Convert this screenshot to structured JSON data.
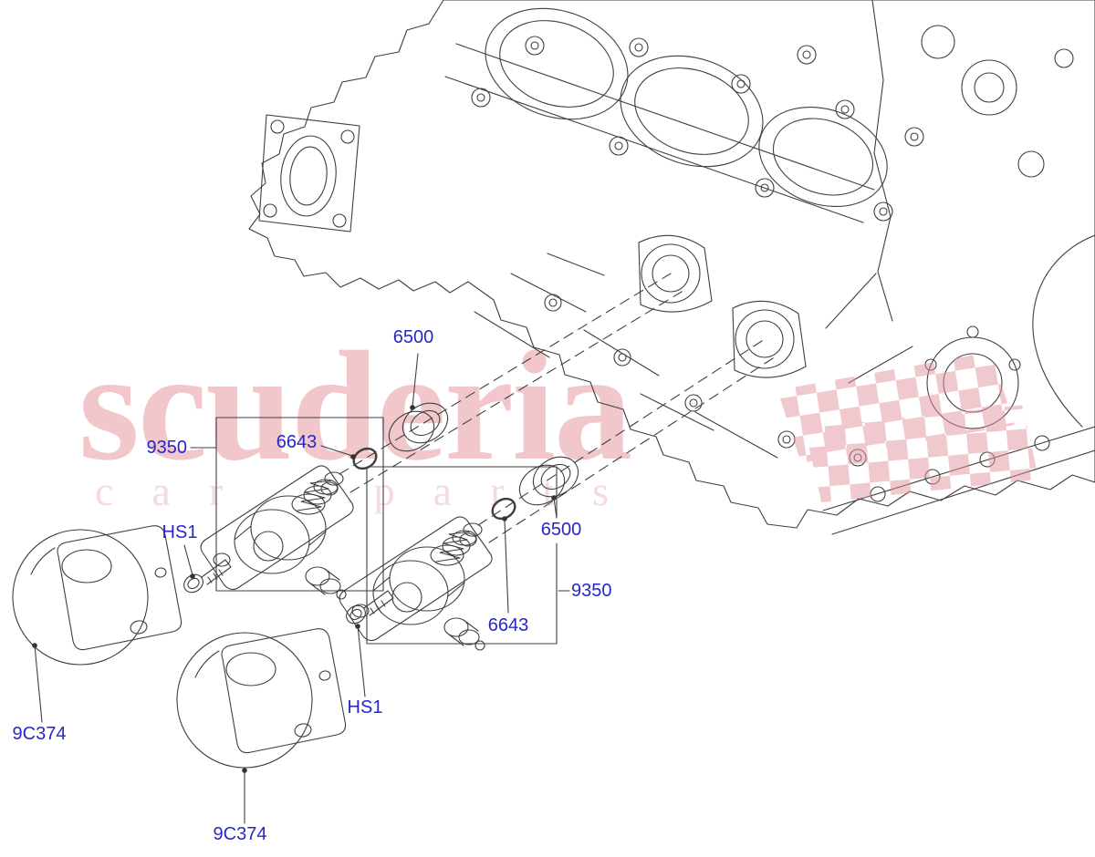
{
  "watermark": {
    "brand": "scuderia",
    "subtitle": "car parts",
    "brand_color": "#dd7b87"
  },
  "callouts": {
    "seal_top": "6500",
    "pump_left": "9350",
    "clip_left": "6643",
    "seal_right": "6500",
    "pump_right": "9350",
    "clip_right": "6643",
    "bolt_left": "HS1",
    "bolt_right": "HS1",
    "cover_left": "9C374",
    "cover_bottom": "9C374"
  },
  "colors": {
    "callout_text": "#2727c8",
    "drawing_ink": "#3f3f3f",
    "watermark_pink": "#dd7b87"
  }
}
